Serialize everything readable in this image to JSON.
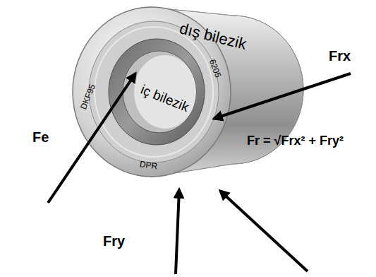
{
  "diagram": {
    "labels": [
      "dış bilezik",
      "6205",
      "DKF95",
      "iç bilezik",
      "DPR",
      "Frx",
      "Fe",
      "Fry",
      "Fr = √Frx² + Fry²"
    ]
  }
}
